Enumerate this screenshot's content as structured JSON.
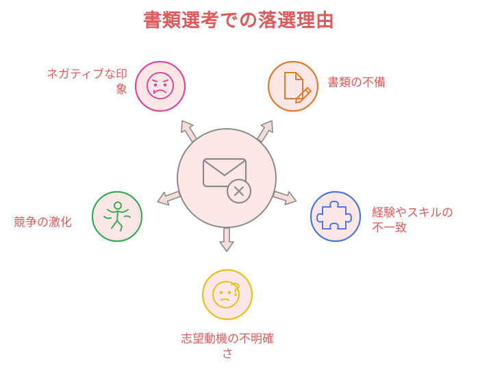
{
  "title": "書類選考での落選理由",
  "colors": {
    "text": "#dd5a5a",
    "center_fill": "#fde7e6",
    "center_stroke": "#8a8a8a",
    "arrow_fill": "#f4ddd9",
    "arrow_stroke": "#8a8a8a",
    "icon_fill": "#fde7e6"
  },
  "center": {
    "icon": "envelope-x-icon"
  },
  "reasons": [
    {
      "id": "negative",
      "lines": [
        "ネガティブな印",
        "象"
      ],
      "icon": "worried-face-icon",
      "color": "#d9479a"
    },
    {
      "id": "documents",
      "lines": [
        "書類の不備"
      ],
      "icon": "document-pen-icon",
      "color": "#e07a2b"
    },
    {
      "id": "competition",
      "lines": [
        "競争の激化"
      ],
      "icon": "runner-icon",
      "color": "#39a85a"
    },
    {
      "id": "mismatch",
      "lines": [
        "経験やスキルの",
        "不一致"
      ],
      "icon": "puzzle-icon",
      "color": "#4a78d8"
    },
    {
      "id": "motivation",
      "lines": [
        "志望動機の不明確",
        "さ"
      ],
      "icon": "confused-face-icon",
      "color": "#e3c21c"
    }
  ]
}
